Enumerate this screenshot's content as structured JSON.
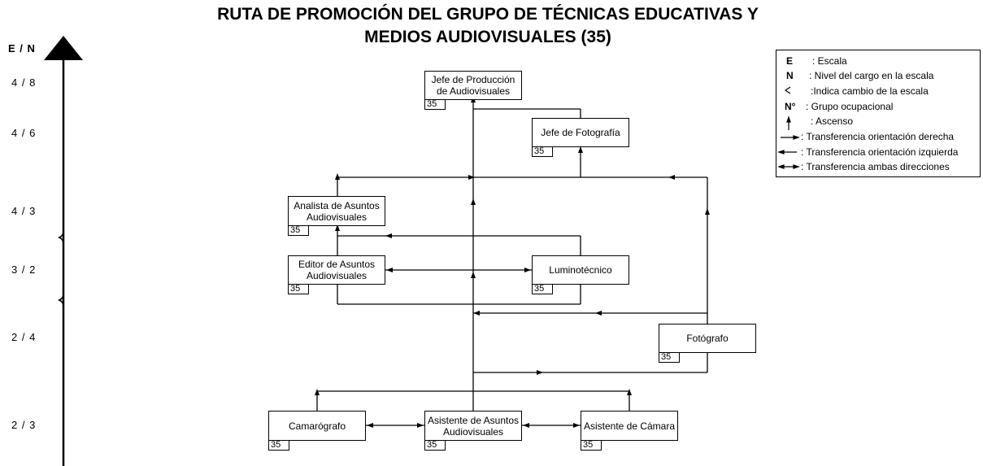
{
  "title": {
    "line1": "RUTA DE PROMOCIÓN DEL GRUPO DE TÉCNICAS EDUCATIVAS Y",
    "line2": "MEDIOS AUDIOVISUALES (35)"
  },
  "scale": {
    "header": "E / N",
    "levels": [
      "4 / 8",
      "4 / 6",
      "4 / 3",
      "3 / 2",
      "2 / 4",
      "2 / 3"
    ]
  },
  "nodes": {
    "jefe_produccion": {
      "label": "Jefe de Producción de Audiovisuales",
      "code": "35"
    },
    "jefe_fotografia": {
      "label": "Jefe de Fotografía",
      "code": "35"
    },
    "analista": {
      "label": "Analista de Asuntos Audiovisuales",
      "code": "35"
    },
    "editor": {
      "label": "Editor de Asuntos Audiovisuales",
      "code": "35"
    },
    "luminotecnico": {
      "label": "Luminotécnico",
      "code": "35"
    },
    "fotografo": {
      "label": "Fotógrafo",
      "code": "35"
    },
    "camarografo": {
      "label": "Camarógrafo",
      "code": "35"
    },
    "asistente_asuntos": {
      "label": "Asistente de Asuntos Audiovisuales",
      "code": "35"
    },
    "asistente_camara": {
      "label": "Asistente de Cámara",
      "code": "35"
    }
  },
  "legend": [
    {
      "key": "E",
      "text": ": Escala"
    },
    {
      "key": "N",
      "text": ": Nivel del cargo en la escala"
    },
    {
      "key": "",
      "text": ":Indica cambio de la escala"
    },
    {
      "key": "N°",
      "text": ": Grupo ocupacional"
    },
    {
      "key": "",
      "text": ": Ascenso"
    },
    {
      "key": "",
      "text": ": Transferencia orientación derecha"
    },
    {
      "key": "",
      "text": ": Transferencia orientación izquierda"
    },
    {
      "key": "",
      "text": ": Transferencia ambas direcciones"
    }
  ]
}
